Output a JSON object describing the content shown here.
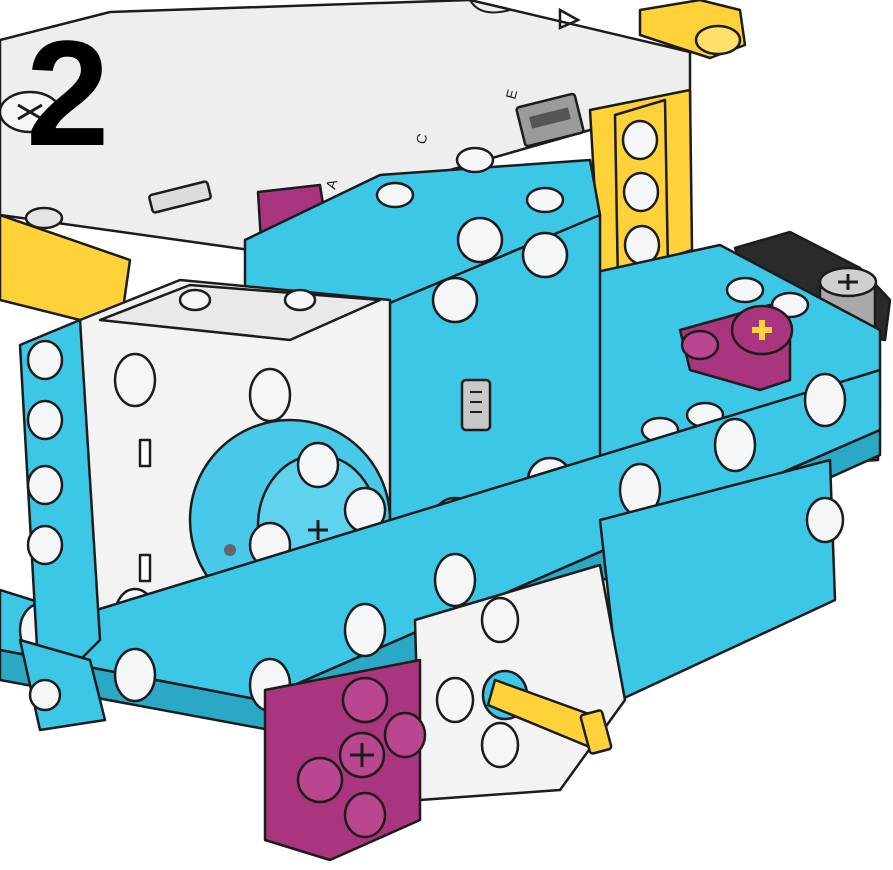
{
  "step": {
    "number": "2"
  },
  "colors": {
    "hub_white": "#eeeeee",
    "motor_white": "#f3f3f3",
    "azure": "#3cc7e6",
    "azure_dark": "#2aa8c6",
    "yellow": "#ffd23a",
    "magenta": "#a8357e",
    "gray": "#9a9a9a",
    "black": "#222222"
  },
  "parts": [
    {
      "name": "spike-prime-hub",
      "color": "white"
    },
    {
      "name": "medium-angular-motor",
      "color": "white/azure"
    },
    {
      "name": "azure-frame",
      "color": "azure"
    },
    {
      "name": "yellow-beam",
      "color": "yellow"
    },
    {
      "name": "magenta-connector-block",
      "color": "magenta"
    },
    {
      "name": "magenta-crank-arm",
      "color": "magenta"
    },
    {
      "name": "yellow-axle",
      "color": "yellow"
    },
    {
      "name": "gray-pin",
      "color": "gray"
    }
  ]
}
